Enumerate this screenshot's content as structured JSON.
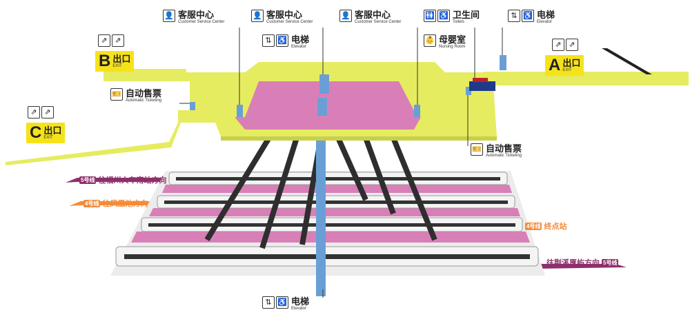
{
  "labels": {
    "csc1": {
      "cn": "客服中心",
      "en": "Customer Service Center"
    },
    "csc2": {
      "cn": "客服中心",
      "en": "Customer Service Center"
    },
    "csc3": {
      "cn": "客服中心",
      "en": "Customer Service Center"
    },
    "toilets": {
      "cn": "卫生间",
      "en": "Toilets"
    },
    "elevator_top": {
      "cn": "电梯",
      "en": "Elevator"
    },
    "elevator_mid": {
      "cn": "电梯",
      "en": "Elevator"
    },
    "elevator_bottom": {
      "cn": "电梯",
      "en": "Elevator"
    },
    "nursing": {
      "cn": "母婴室",
      "en": "Nursing Room"
    },
    "ticket_left": {
      "cn": "自动售票",
      "en": "Automatic Ticketing"
    },
    "ticket_right": {
      "cn": "自动售票",
      "en": "Automatic Ticketing"
    }
  },
  "exits": {
    "a": {
      "letter": "A",
      "cn": "出口",
      "en": "EXIT"
    },
    "b": {
      "letter": "B",
      "cn": "出口",
      "en": "EXIT"
    },
    "c": {
      "letter": "C",
      "cn": "出口",
      "en": "EXIT"
    }
  },
  "directions": {
    "fuzhou_south": {
      "line": "5号线",
      "text": "往福州火车南站方向",
      "color": "#8e2f6b"
    },
    "fengcheng": {
      "line": "4号线",
      "text": "往凤凰池方向",
      "color": "#f28c3c"
    },
    "terminal": {
      "line": "4号线",
      "text": "终点站",
      "color": "#f28c3c"
    },
    "jingxi": {
      "line": "5号线",
      "text": "往荆溪厚屿方向",
      "color": "#8e2f6b"
    }
  },
  "colors": {
    "concourse": "#e6ec5f",
    "platform": "#d97fb8",
    "line5": "#8e2f6b",
    "line4": "#f28c3c",
    "elevator_shaft": "#6a9fd6",
    "exit_sign": "#f6e21b"
  }
}
